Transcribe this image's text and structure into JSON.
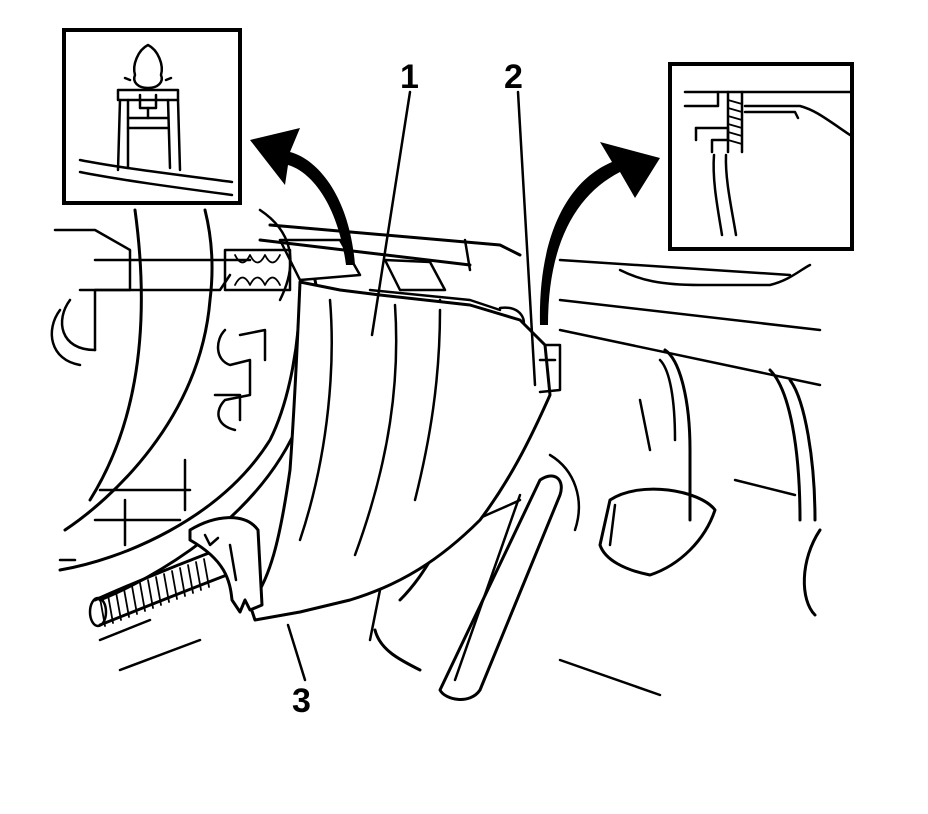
{
  "callouts": [
    {
      "id": "1",
      "label": "1"
    },
    {
      "id": "2",
      "label": "2"
    },
    {
      "id": "3",
      "label": "3"
    }
  ],
  "insets": [
    {
      "id": "left",
      "icon": "push-pin-retainer-icon"
    },
    {
      "id": "right",
      "icon": "threaded-stud-fastener-icon"
    }
  ],
  "colors": {
    "line": "#000000",
    "background": "#ffffff"
  }
}
